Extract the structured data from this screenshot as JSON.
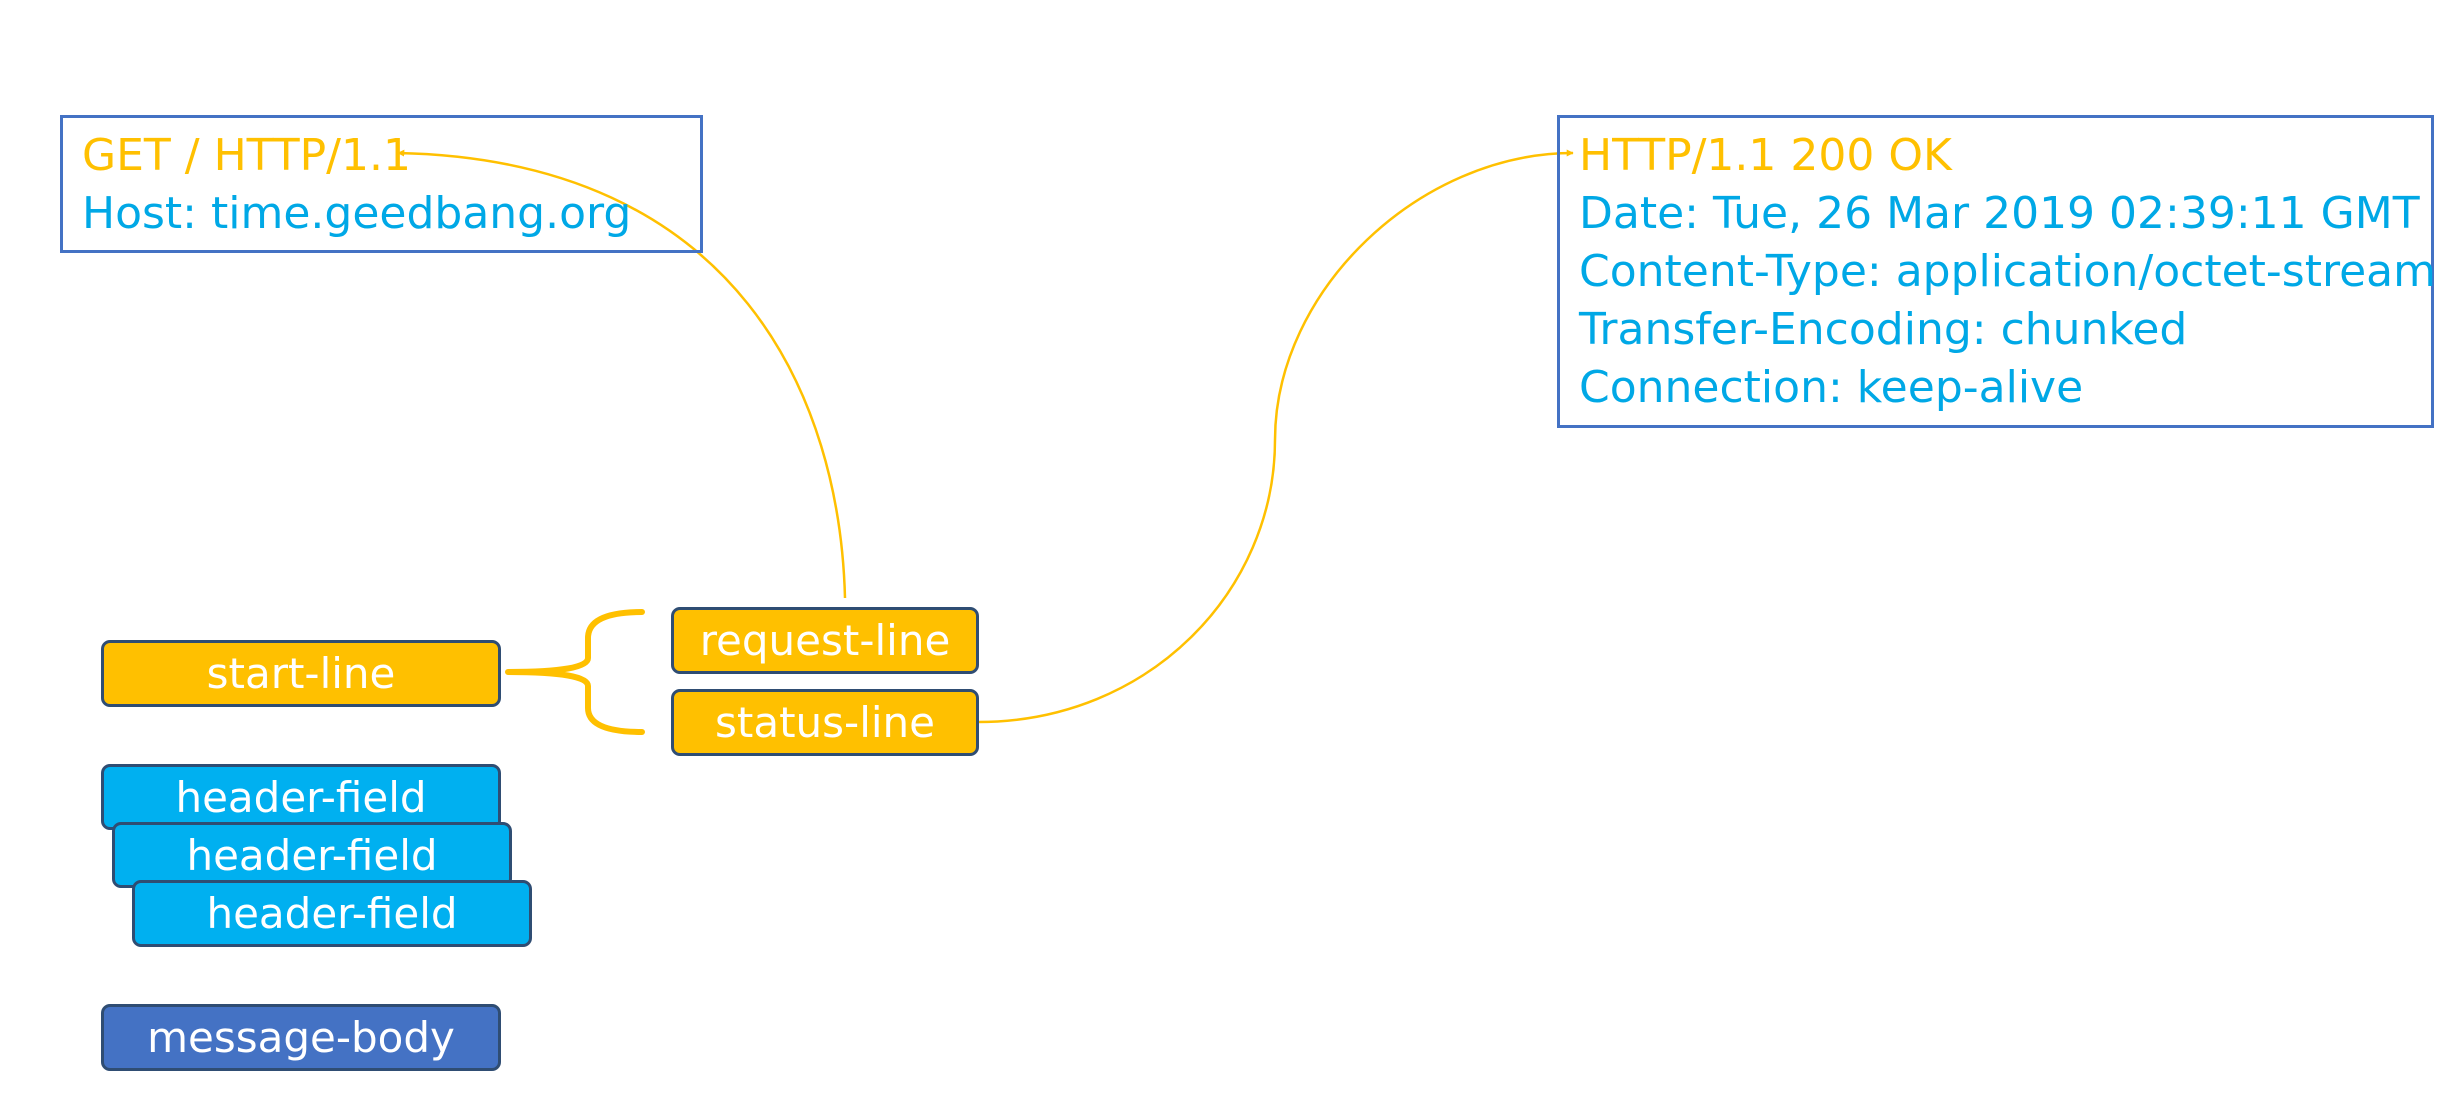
{
  "request_box": {
    "lines": [
      "GET / HTTP/1.1",
      "Host: time.geedbang.org"
    ]
  },
  "response_box": {
    "lines": [
      "HTTP/1.1 200 OK",
      "Date: Tue, 26 Mar 2019 02:39:11 GMT",
      "Content-Type: application/octet-stream",
      "Transfer-Encoding: chunked",
      "Connection: keep-alive"
    ]
  },
  "nodes": {
    "start_line": "start-line",
    "request_line": "request-line",
    "status_line": "status-line",
    "header_fields": [
      "header-field",
      "header-field",
      "header-field"
    ],
    "message_body": "message-body"
  },
  "colors": {
    "accent_yellow": "#ffc000",
    "header_cyan": "#00b0f0",
    "body_blue": "#4472c4",
    "box_border": "#4472c4",
    "text_cyan": "#00a8e6",
    "pill_border": "#2f4d73"
  }
}
